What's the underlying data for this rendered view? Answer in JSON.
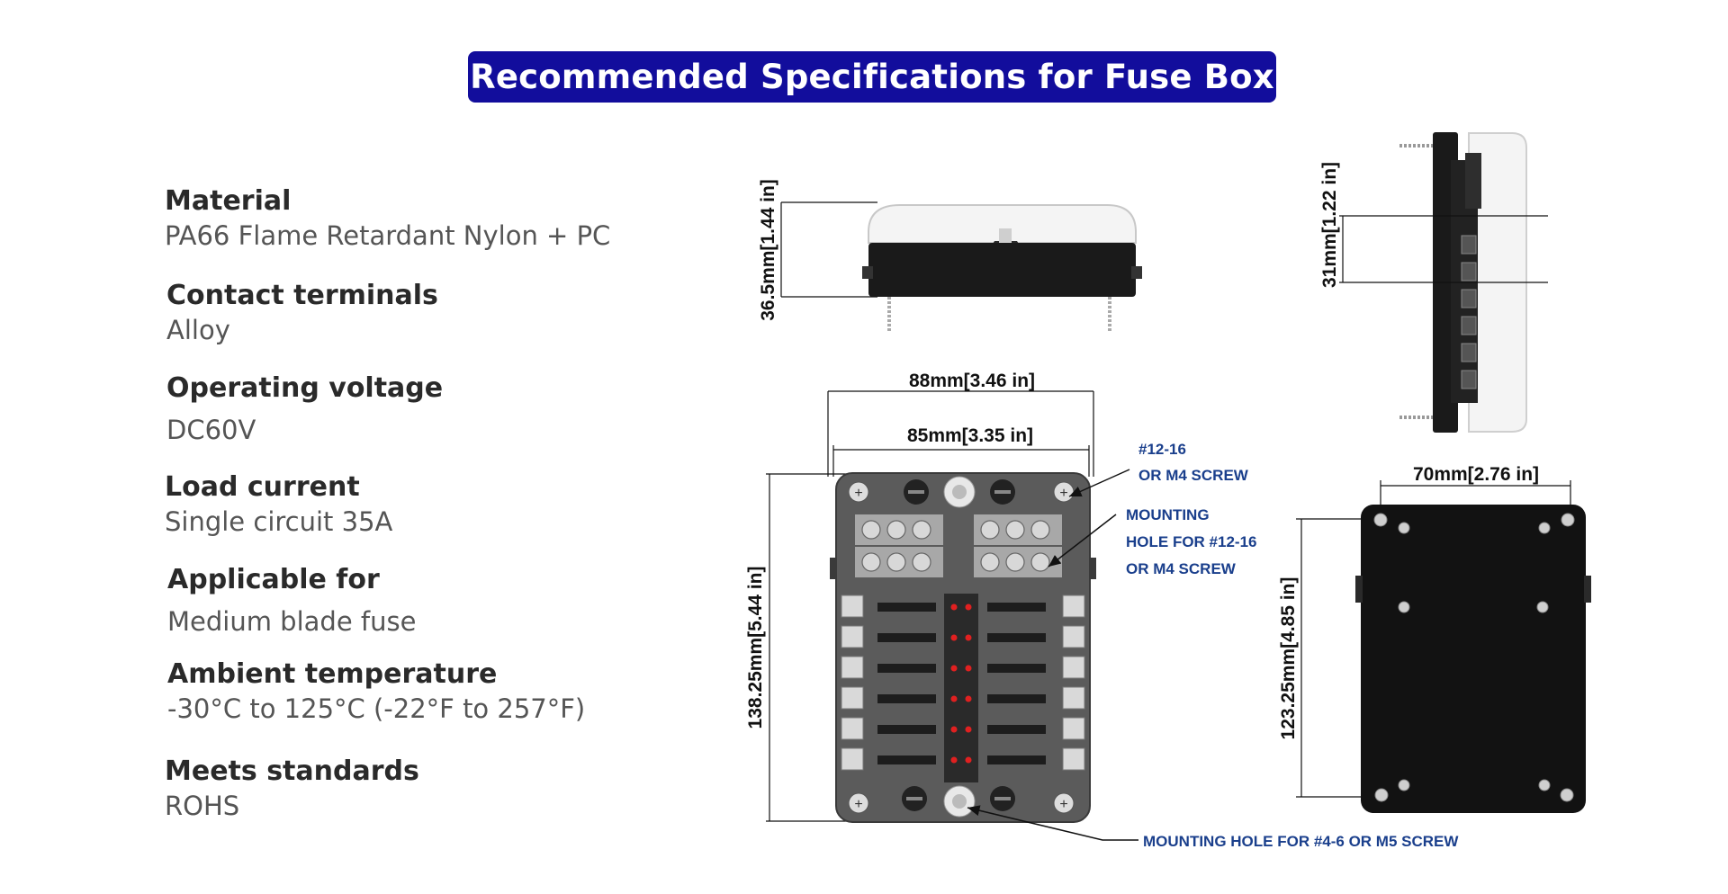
{
  "title": "Recommended Specifications for Fuse Box",
  "specs": [
    {
      "label": "Material",
      "value": "PA66 Flame Retardant Nylon + PC"
    },
    {
      "label": "Contact terminals",
      "value": "Alloy"
    },
    {
      "label": "Operating voltage",
      "value": "DC60V"
    },
    {
      "label": "Load current",
      "value": "Single circuit 35A"
    },
    {
      "label": "Applicable for",
      "value": "Medium blade fuse"
    },
    {
      "label": "Ambient temperature",
      "value": "-30°C to 125°C (-22°F to 257°F)"
    },
    {
      "label": "Meets standards",
      "value": "ROHS"
    }
  ],
  "drawing": {
    "height_top": "36.5mm[1.44 in]",
    "height_side": "31mm[1.22 in]",
    "width_outer": "88mm[3.46 in]",
    "width_inner": "85mm[3.35 in]",
    "length_front": "138.25mm[5.44 in]",
    "width_back": "70mm[2.76 in]",
    "length_back": "123.25mm[4.85 in]",
    "note_screw_line1": "#12-16",
    "note_screw_line2": "OR M4 SCREW",
    "note_mount_line1": "MOUNTING",
    "note_mount_line2": "HOLE FOR #12-16",
    "note_mount_line3": "OR M4 SCREW",
    "note_bottom": "MOUNTING HOLE FOR #4-6 OR M5 SCREW"
  }
}
